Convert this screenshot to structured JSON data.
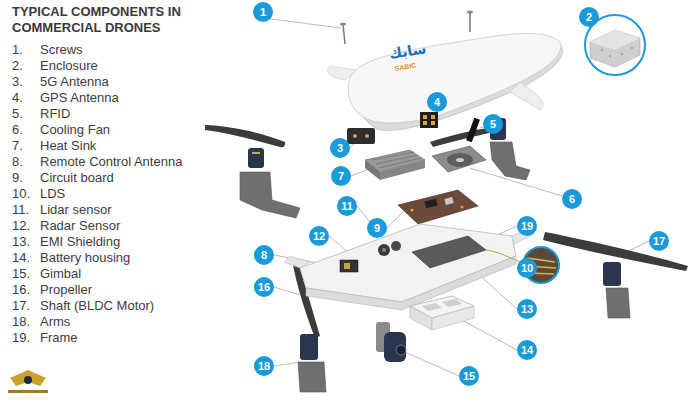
{
  "diagram": {
    "title": "TYPICAL COMPONENTS IN COMMERCIAL DRONES",
    "nodes": [
      {
        "text": [
          "1"
        ]
      },
      {
        "text": [
          "2"
        ]
      },
      {
        "text": [
          "3"
        ]
      },
      {
        "text": [
          "4"
        ]
      },
      {
        "text": [
          "5"
        ]
      },
      {
        "text": [
          "6"
        ]
      },
      {
        "text": [
          "7"
        ]
      },
      {
        "text": [
          "8"
        ]
      },
      {
        "text": [
          "9"
        ]
      },
      {
        "text": [
          "10"
        ]
      },
      {
        "text": [
          "11"
        ]
      },
      {
        "text": [
          "12"
        ]
      },
      {
        "text": [
          "13"
        ]
      },
      {
        "text": [
          "14"
        ]
      },
      {
        "text": [
          "15"
        ]
      },
      {
        "text": [
          "16"
        ]
      },
      {
        "text": [
          "17"
        ]
      },
      {
        "text": [
          "18"
        ]
      },
      {
        "text": [
          "19"
        ]
      }
    ],
    "labels": [
      "1.",
      "Screws",
      "2.",
      "Enclosure",
      "3.",
      "5G Antenna",
      "4.",
      "GPS Antenna",
      "5.",
      "RFID",
      "6.",
      "Cooling Fan",
      "7.",
      "Heat Sink",
      "8.",
      "Remote Control Antenna",
      "9.",
      "Circuit board",
      "10.",
      "LDS",
      "11.",
      "Lidar sensor",
      "12.",
      "Radar Sensor",
      "13.",
      "EMI Shielding",
      "14.",
      "Battery housing",
      "15.",
      "Gimbal",
      "16.",
      "Propeller",
      "17.",
      "Shaft (BLDC Motor)",
      "18.",
      "Arms",
      "19.",
      "Frame",
      "سابك",
      "SABIC"
    ]
  }
}
